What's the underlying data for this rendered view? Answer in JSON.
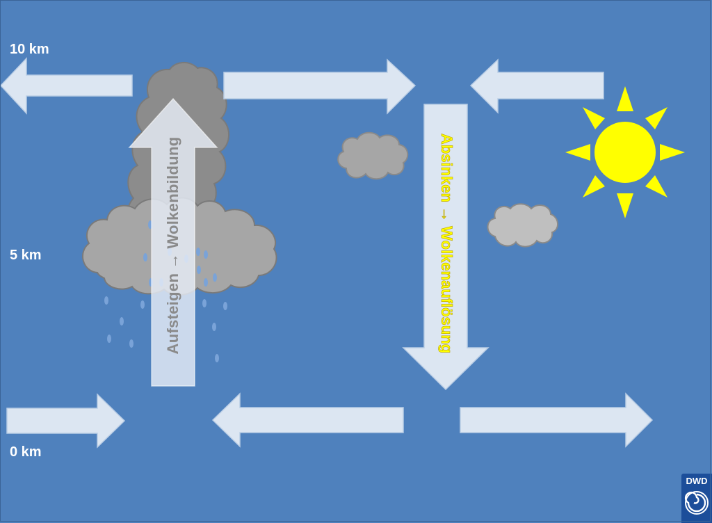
{
  "altitudes": {
    "top": "10 km",
    "middle": "5 km",
    "bottom": "0 km"
  },
  "labels": {
    "rising": "Aufsteigen → Wolkenbildung",
    "sinking": "Absinken → Wolkenauflösung"
  },
  "logo": {
    "text": "DWD"
  },
  "colors": {
    "background": "#4f81bd",
    "arrow_fill": "#dce6f2",
    "arrow_stroke": "#b9cde5",
    "cloud_dark": "#8c8c8c",
    "cloud_light": "#bfbfbf",
    "sun": "#ffff00",
    "rain": "#7aa3d8"
  },
  "icons": [
    "sun-icon",
    "storm-cloud-icon",
    "small-cloud-icon",
    "raindrop-icon",
    "dwd-logo-icon"
  ]
}
